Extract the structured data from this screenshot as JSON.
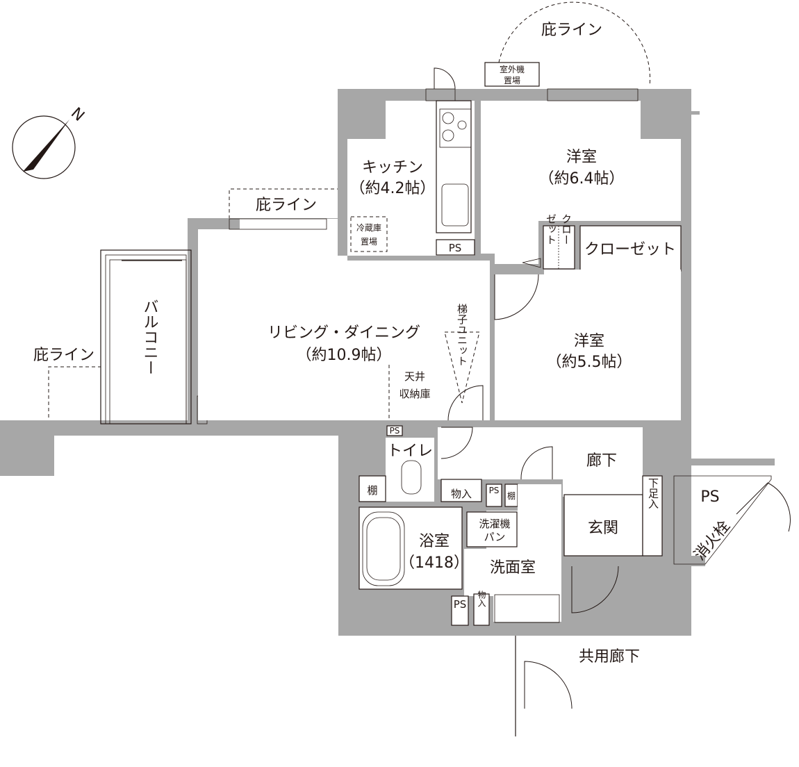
{
  "title": "Floor plan",
  "compass": {
    "label": "N"
  },
  "eave_lines": [
    "庇ライン",
    "庇ライン",
    "庇ライン"
  ],
  "outdoor_unit": {
    "line1": "室外機",
    "line2": "置場"
  },
  "kitchen": {
    "name": "キッチン",
    "size": "（約4.2帖）"
  },
  "fridge": {
    "line1": "冷蔵庫",
    "line2": "置場"
  },
  "ps_labels": [
    "PS",
    "PS",
    "PS",
    "PS",
    "PS"
  ],
  "bedroom1": {
    "name": "洋室",
    "size": "（約6.4帖）"
  },
  "bedroom2": {
    "name": "洋室",
    "size": "（約5.5帖）"
  },
  "closet": {
    "name": "クローゼット",
    "small_col1": "クロー",
    "small_col2": "ゼット"
  },
  "living": {
    "name": "リビング・ダイニング",
    "size": "（約10.9帖）"
  },
  "balcony": {
    "name": "バルコニー"
  },
  "ladder_unit": {
    "name": "梯子ユニット"
  },
  "ceiling_storage": {
    "line1": "天井",
    "line2": "収納庫"
  },
  "toilet": {
    "name": "トイレ"
  },
  "shelf_labels": [
    "棚",
    "棚"
  ],
  "storage_labels": [
    "物入",
    "物入"
  ],
  "bathroom": {
    "name": "浴室",
    "size": "（1418）"
  },
  "washer_pan": {
    "line1": "洗濯機",
    "line2": "パン"
  },
  "washroom": {
    "name": "洗面室"
  },
  "hallway": {
    "name": "廊下"
  },
  "entrance": {
    "name": "玄関"
  },
  "shoe_storage": {
    "name": "下足入"
  },
  "fire_hydrant": {
    "name": "消火栓"
  },
  "common_corridor": {
    "name": "共用廊下"
  }
}
